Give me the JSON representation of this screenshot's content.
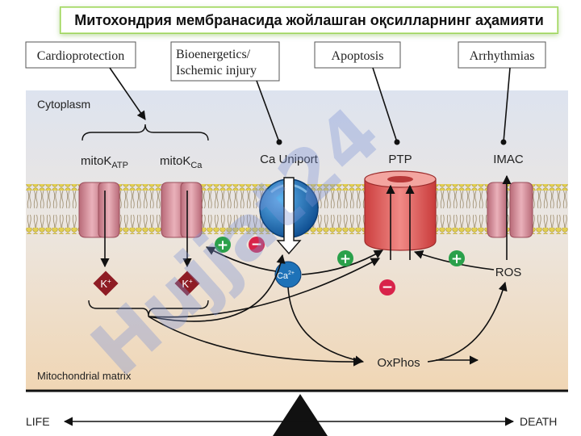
{
  "title": "Митохондрия мембранасида жойлашган оқсилларнинг аҳамияти",
  "boxes": {
    "cardioprotection": "Cardioprotection",
    "bioenergetics_line1": "Bioenergetics/",
    "bioenergetics_line2": "Ischemic injury",
    "apoptosis": "Apoptosis",
    "arrhythmias": "Arrhythmias"
  },
  "regions": {
    "cytoplasm": "Cytoplasm",
    "matrix": "Mitochondrial matrix"
  },
  "channels": {
    "mitokatp_main": "mitoK",
    "mitokatp_sub": "ATP",
    "mitokca_main": "mitoK",
    "mitokca_sub": "Ca",
    "ca_uniport": "Ca Uniport",
    "ptp": "PTP",
    "imac": "IMAC"
  },
  "ions": {
    "k": "K",
    "k_sup": "+",
    "ca": "Ca",
    "ca_sup": "2+"
  },
  "nodes": {
    "ros": "ROS",
    "oxphos": "OxPhos"
  },
  "signs": {
    "plus": "+",
    "minus": "−"
  },
  "scale": {
    "life": "LIFE",
    "death": "DEATH"
  },
  "watermark": "Hujjat24",
  "colors": {
    "cytoplasm_top": "#dfe4ef",
    "matrix_bottom": "#f0d7b6",
    "channel_pink": "#d98c98",
    "ptp_red": "#e35a5a",
    "uniport_blue": "#1f6fb5",
    "k_diamond": "#8e1c24",
    "plus_green": "#2aa04a",
    "minus_red": "#d8234a",
    "lipid_head": "#e2cf52",
    "watermark": "#7b92d6"
  }
}
